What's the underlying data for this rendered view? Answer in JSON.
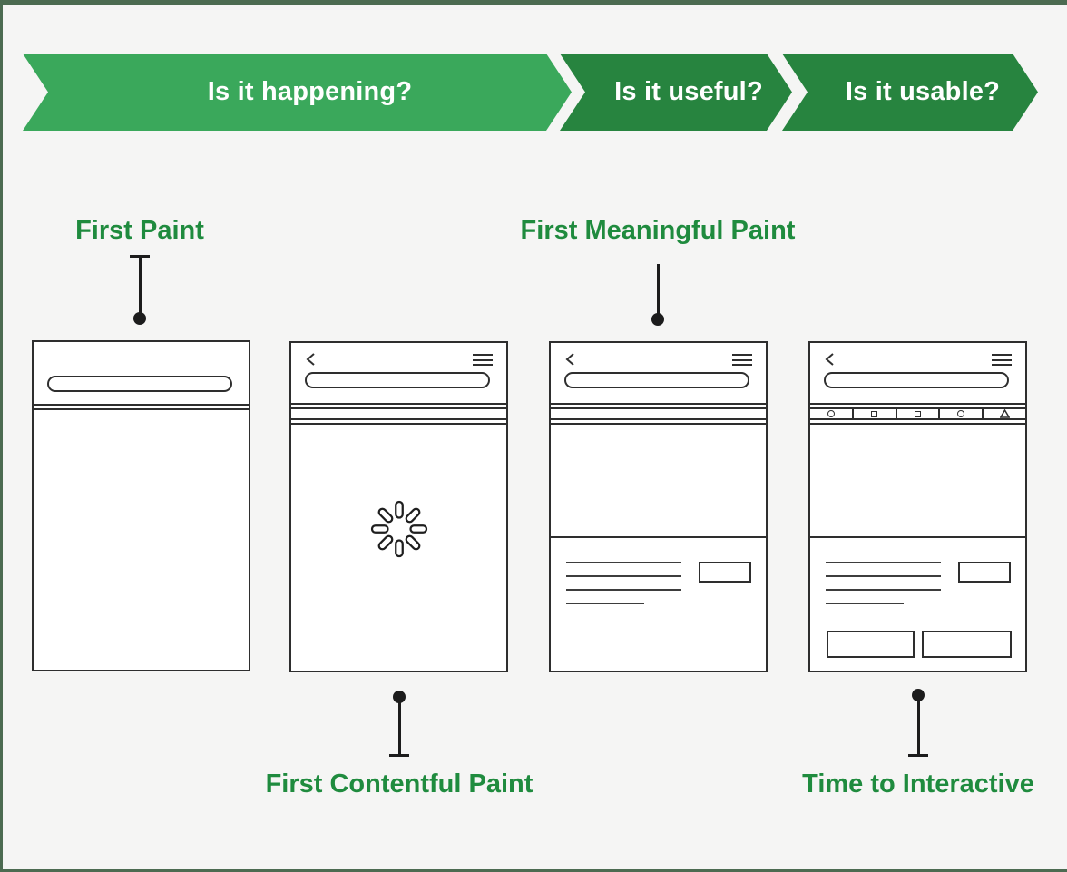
{
  "colors": {
    "bg": "#f5f5f4",
    "frame": "#4c6b51",
    "bannerLight": "#3aa85b",
    "bannerDark": "#27843f",
    "labelGreen": "#1f8b3e",
    "ink": "#1c1c1c",
    "wire": "#2e2e2e"
  },
  "funnel": {
    "stages": [
      {
        "label": "Is it happening?"
      },
      {
        "label": "Is it useful?"
      },
      {
        "label": "Is it usable?"
      }
    ]
  },
  "metrics": {
    "first_paint": "First Paint",
    "first_contentful_paint": "First Contentful Paint",
    "first_meaningful_paint": "First Meaningful Paint",
    "time_to_interactive": "Time to Interactive"
  }
}
